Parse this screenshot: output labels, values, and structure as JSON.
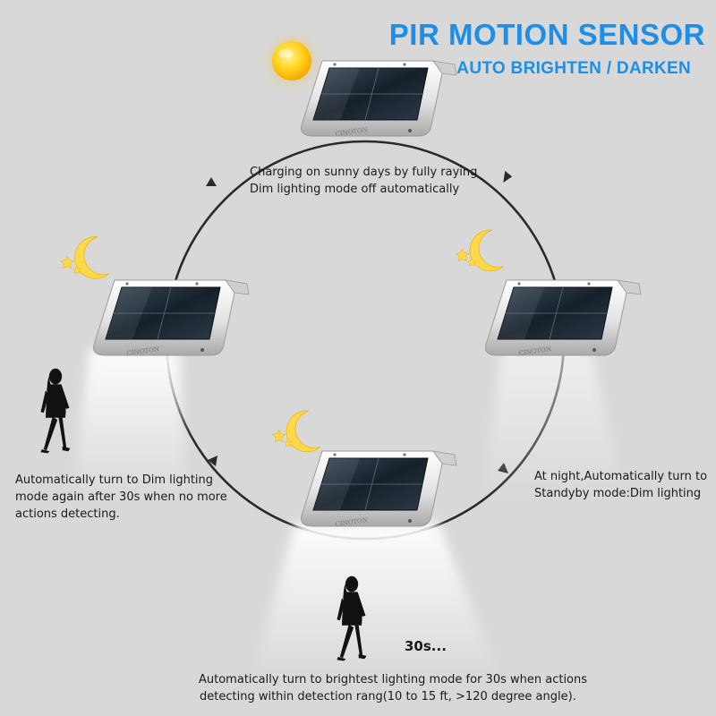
{
  "header": {
    "title": "PIR MOTION SENSOR",
    "subtitle": "AUTO BRIGHTEN / DARKEN"
  },
  "device": {
    "brand": "CINOTON"
  },
  "steps": {
    "charging": {
      "line1": "Charging on sunny days by fully raying",
      "line2": "Dim lighting mode off automatically"
    },
    "standby": {
      "line1": "At night,Automatically turn to",
      "line2": "Standyby mode:Dim lighting"
    },
    "brightest": {
      "line1": "Automatically turn to brightest lighting mode for 30s when actions",
      "line2": "detecting within detection rang(10 to 15 ft, >120 degree angle)."
    },
    "dim_again": {
      "line1": "Automatically turn to Dim lighting",
      "line2": "mode again after 30s when no more",
      "line3": "actions detecting."
    }
  },
  "timer_label": "30s...",
  "icons": {
    "sun": "sun-icon",
    "moon": "crescent-moon-icon",
    "person": "walking-person-silhouette"
  },
  "colors": {
    "background": "#d8d8d8",
    "title": "#1e8fe8",
    "cycle_line": "#2a2a2a",
    "sun": "#ffd21a",
    "moon": "#ffd84a",
    "panel_frame": "#e4e4e4",
    "solar_cell": "#1b2530"
  }
}
